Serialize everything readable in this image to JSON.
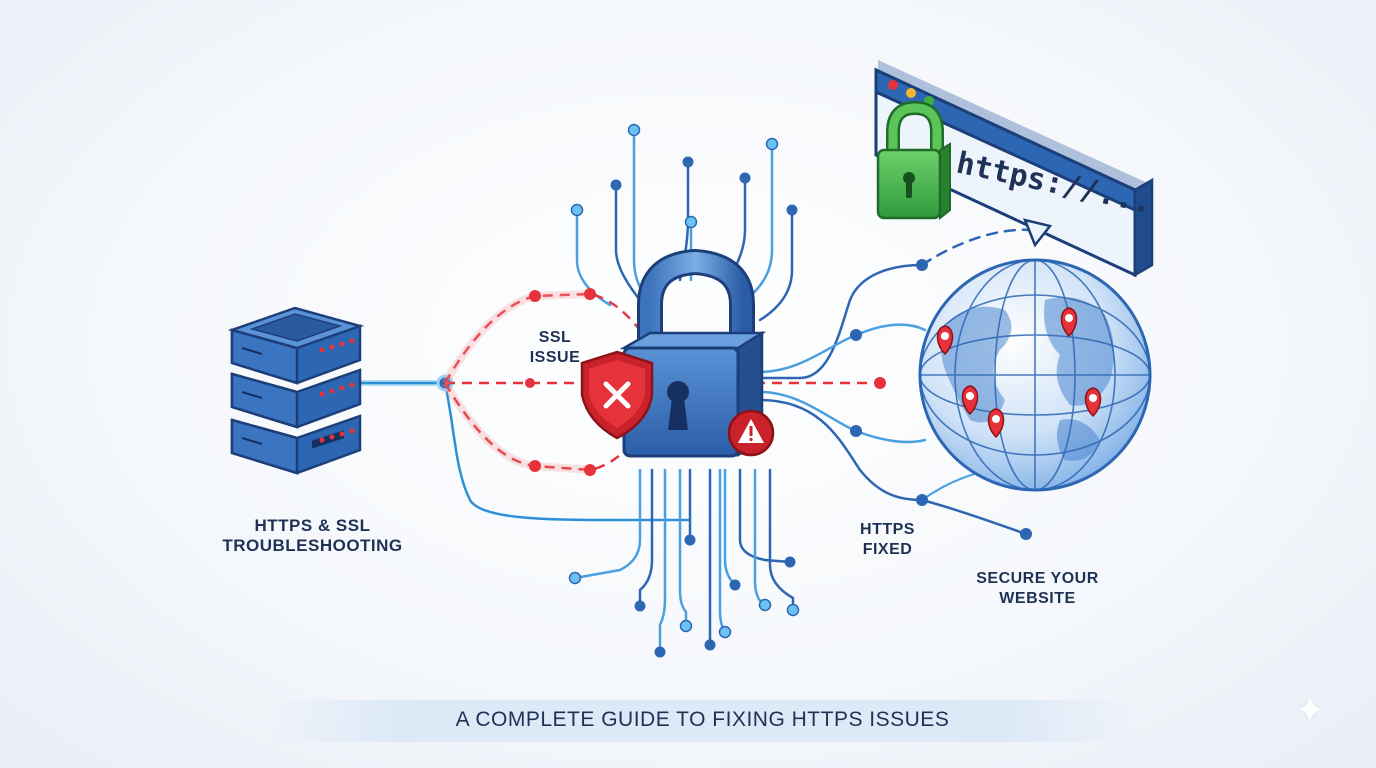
{
  "labels": {
    "server": [
      "HTTPS & SSL",
      "TROUBLESHOOTING"
    ],
    "ssl_issue": [
      "SSL",
      "ISSUE"
    ],
    "https_fixed": [
      "HTTPS",
      "FIXED"
    ],
    "secure": [
      "SECURE YOUR",
      "WEBSITE"
    ]
  },
  "browser": {
    "url": "https://..."
  },
  "footer": {
    "title": "A COMPLETE GUIDE TO FIXING HTTPS ISSUES"
  },
  "colors": {
    "primary_blue": "#2d66b3",
    "dark_blue": "#1f3c78",
    "light_blue": "#5aaee6",
    "error_red": "#e5323b",
    "success_green": "#3cb043",
    "text_navy": "#1f3256"
  },
  "icons": [
    "server-icon",
    "padlock-icon",
    "shield-error-icon",
    "warning-icon",
    "browser-window-icon",
    "green-lock-icon",
    "globe-icon",
    "map-pin-icon"
  ]
}
